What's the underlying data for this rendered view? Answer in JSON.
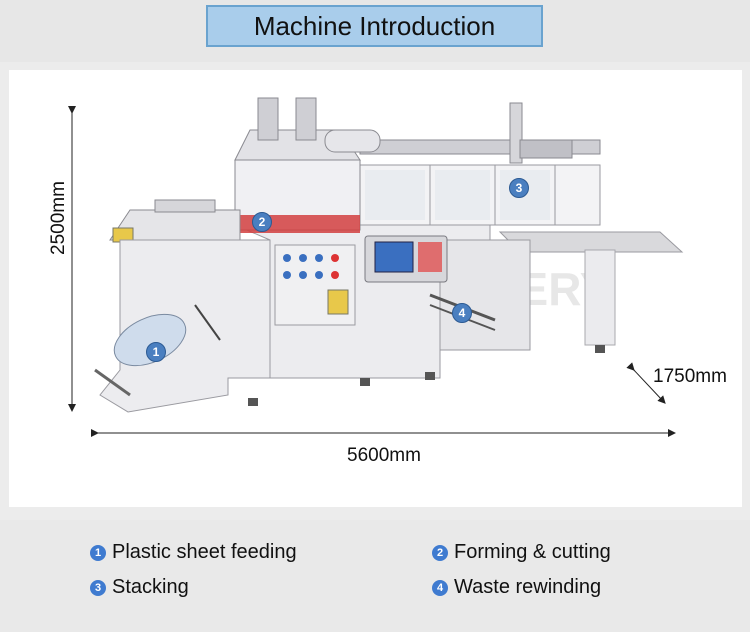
{
  "header": {
    "title": "Machine Introduction"
  },
  "dimensions": {
    "height": "2500mm",
    "width": "5600mm",
    "depth": "1750mm"
  },
  "watermark": "DABA MACHINERY",
  "markers": [
    "1",
    "2",
    "3",
    "4"
  ],
  "legend": [
    {
      "num": "1",
      "label": "Plastic sheet feeding"
    },
    {
      "num": "2",
      "label": "Forming & cutting"
    },
    {
      "num": "3",
      "label": "Stacking"
    },
    {
      "num": "4",
      "label": "Waste rewinding"
    }
  ],
  "colors": {
    "title_bg": "#a9cdeb",
    "title_border": "#6aa3cf",
    "marker": "#4a7fc0",
    "machine_body": "#e9e9ec",
    "hmi_screen": "#3a6fc0"
  }
}
